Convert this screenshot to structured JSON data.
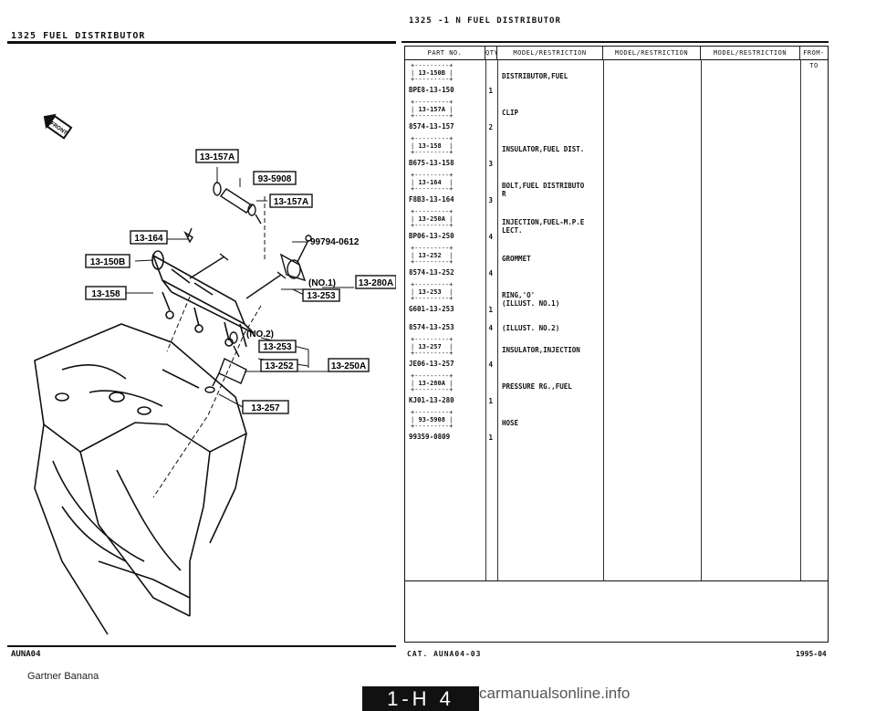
{
  "left_page": {
    "header": "1325   FUEL DISTRIBUTOR",
    "code": "AUNA04",
    "arrow_label": "FRONT",
    "callouts": {
      "c1": "13-157A",
      "c2": "93-5908",
      "c3": "13-157A",
      "c4": "13-164",
      "c5": "99794-0612",
      "c6": "13-150B",
      "c7": "(NO.1)",
      "c8": "13-280A",
      "c9": "13-253",
      "c10": "13-158",
      "c11": "(NO.2)",
      "c12": "13-253",
      "c13": "13-252",
      "c14": "13-250A",
      "c15": "13-257"
    }
  },
  "right_page": {
    "header": "1325  -1 N  FUEL DISTRIBUTOR",
    "columns": [
      "PART NO.",
      "QTY",
      "MODEL/RESTRICTION",
      "MODEL/RESTRICTION",
      "MODEL/RESTRICTION",
      "FROM-TO"
    ],
    "parts": [
      {
        "ref": "13-150B",
        "no": "BPE8-13-150",
        "qty": "1",
        "desc": "DISTRIBUTOR,FUEL"
      },
      {
        "ref": "13-157A",
        "no": "8574-13-157",
        "qty": "2",
        "desc": "CLIP"
      },
      {
        "ref": "13-158",
        "no": "B675-13-158",
        "qty": "3",
        "desc": "INSULATOR,FUEL DIST."
      },
      {
        "ref": "13-164",
        "no": "F8B3-13-164",
        "qty": "3",
        "desc": "BOLT,FUEL DISTRIBUTO\nR"
      },
      {
        "ref": "13-250A",
        "no": "BP06-13-250",
        "qty": "4",
        "desc": "INJECTION,FUEL-M.P.E\nLECT."
      },
      {
        "ref": "13-252",
        "no": "8574-13-252",
        "qty": "4",
        "desc": "GROMMET"
      },
      {
        "ref": "13-253",
        "no": "G601-13-253",
        "qty": "1",
        "desc": "RING,'O'\n(ILLUST. NO.1)"
      },
      {
        "ref": "",
        "no": "8574-13-253",
        "qty": "4",
        "desc": "(ILLUST. NO.2)"
      },
      {
        "ref": "13-257",
        "no": "JE06-13-257",
        "qty": "4",
        "desc": "INSULATOR,INJECTION"
      },
      {
        "ref": "13-280A",
        "no": "KJ01-13-280",
        "qty": "1",
        "desc": "PRESSURE RG.,FUEL"
      },
      {
        "ref": "93-5908",
        "no": "99359-0809",
        "qty": "1",
        "desc": "HOSE"
      }
    ],
    "catalog": "CAT. AUNA04-03",
    "date": "1995-04"
  },
  "footer": {
    "text": "Gartner Banana",
    "page_badge": "1-H 4",
    "watermark": "carmanualsonline.info"
  }
}
